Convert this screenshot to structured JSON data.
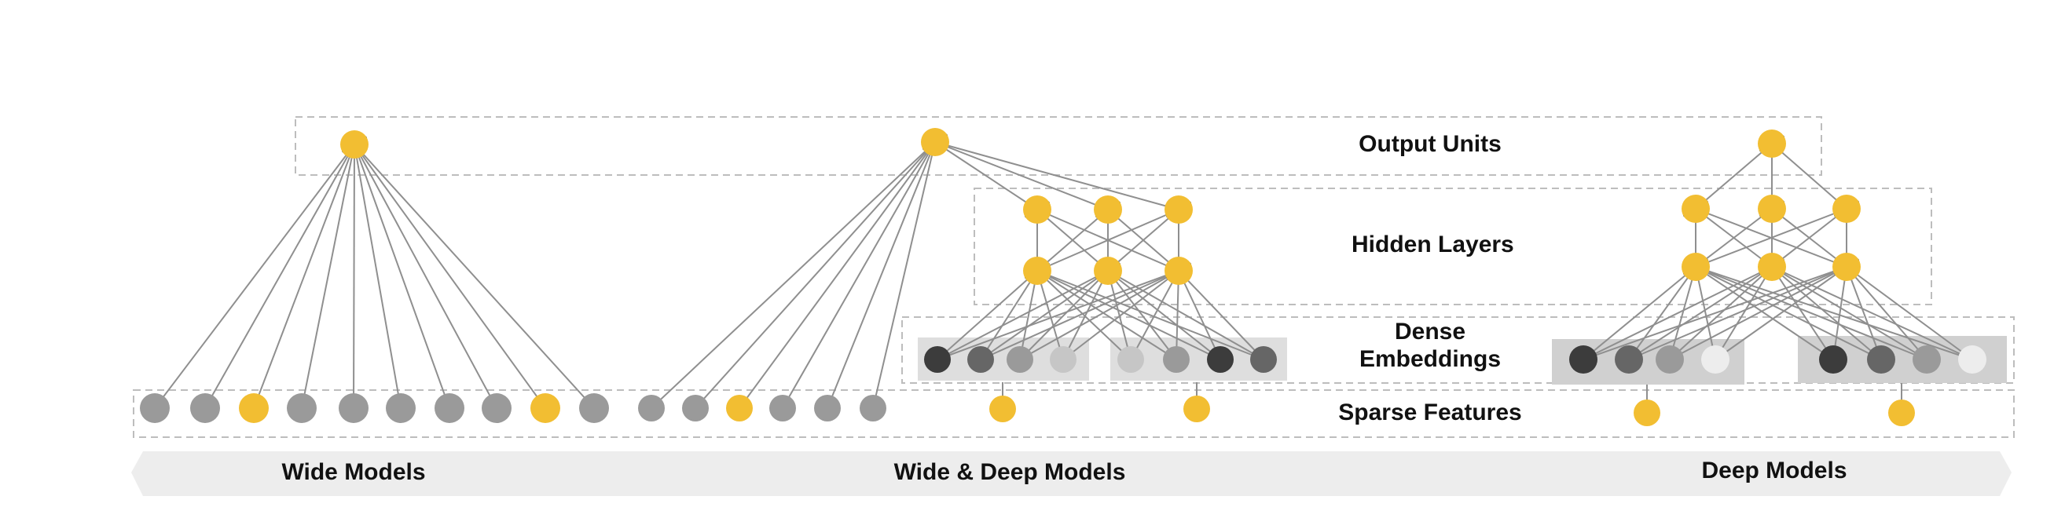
{
  "layers": {
    "output_units": "Output Units",
    "hidden_layers": "Hidden Layers",
    "dense_embeddings_line1": "Dense",
    "dense_embeddings_line2": "Embeddings",
    "sparse_features": "Sparse Features"
  },
  "models": {
    "wide": "Wide Models",
    "wide_deep": "Wide & Deep Models",
    "deep": "Deep Models"
  },
  "colors": {
    "highlight_node": "#F2BE32",
    "sparse_node": "#9A9A9A",
    "edge": "#8F8F8F",
    "dashed_box": "#BDBDBD",
    "embedding_panel": "#DADADA",
    "banner": "#EDEDED",
    "activation_stroke": "#3A3A3A",
    "embedding_shades": [
      "#3C3C3C",
      "#666666",
      "#9A9A9A",
      "#C6C6C6",
      "#EDEDED"
    ]
  }
}
